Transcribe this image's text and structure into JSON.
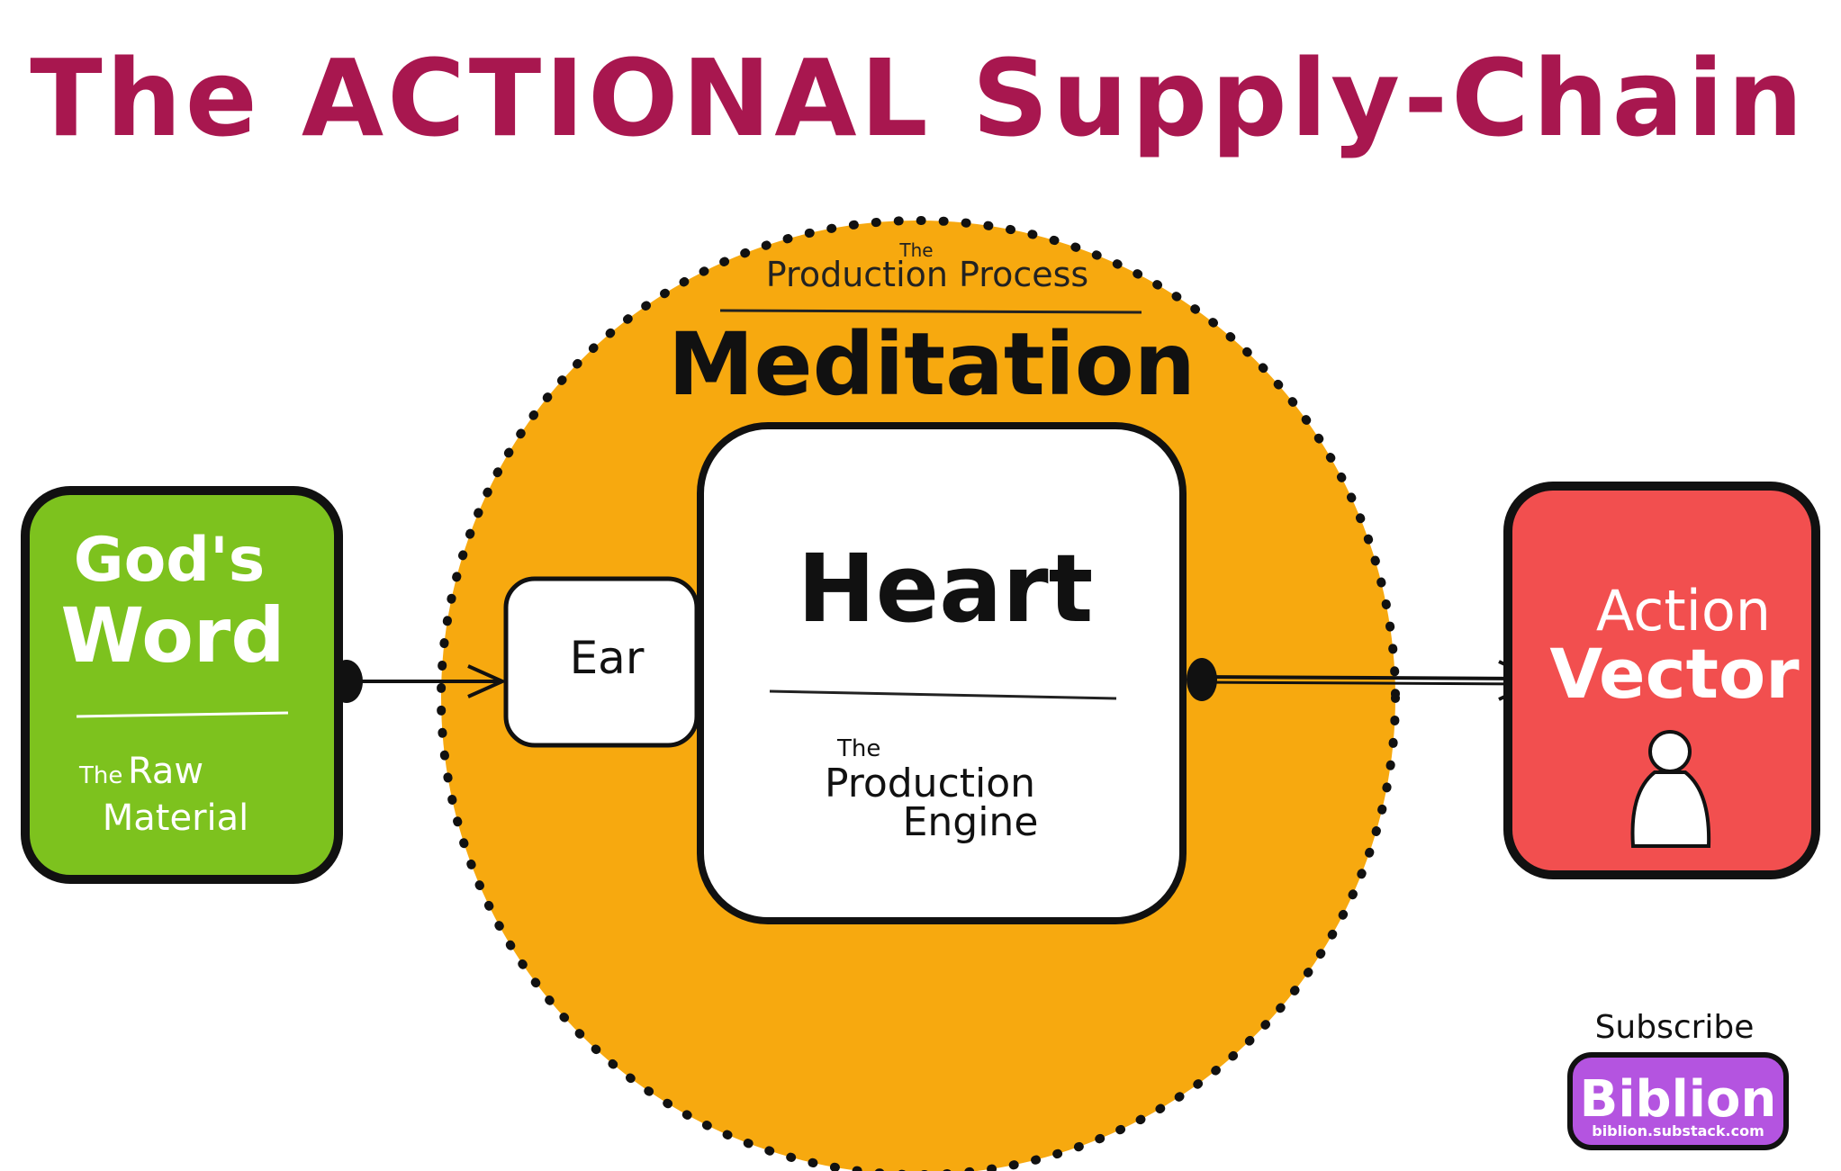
{
  "title": "The ACTIONAL Supply-Chain",
  "process": {
    "label_small": "The",
    "label": "Production Process",
    "name": "Meditation"
  },
  "input": {
    "line1": "God's",
    "line2": "Word",
    "sub_small": "The",
    "sub1": "Raw",
    "sub2": "Material"
  },
  "ear": {
    "label": "Ear"
  },
  "heart": {
    "label": "Heart",
    "sub_small": "The",
    "sub1": "Production",
    "sub2": "Engine"
  },
  "output": {
    "line1": "Action",
    "line2": "Vector",
    "icon": "person-icon"
  },
  "badge": {
    "subscribe": "Subscribe",
    "name": "Biblion",
    "url": "biblion.substack.com"
  },
  "colors": {
    "title": "#a8174f",
    "circle": "#f7a90f",
    "input": "#7dc21e",
    "output": "#f24f4f",
    "badge": "#b454e0",
    "outline": "#111111"
  }
}
